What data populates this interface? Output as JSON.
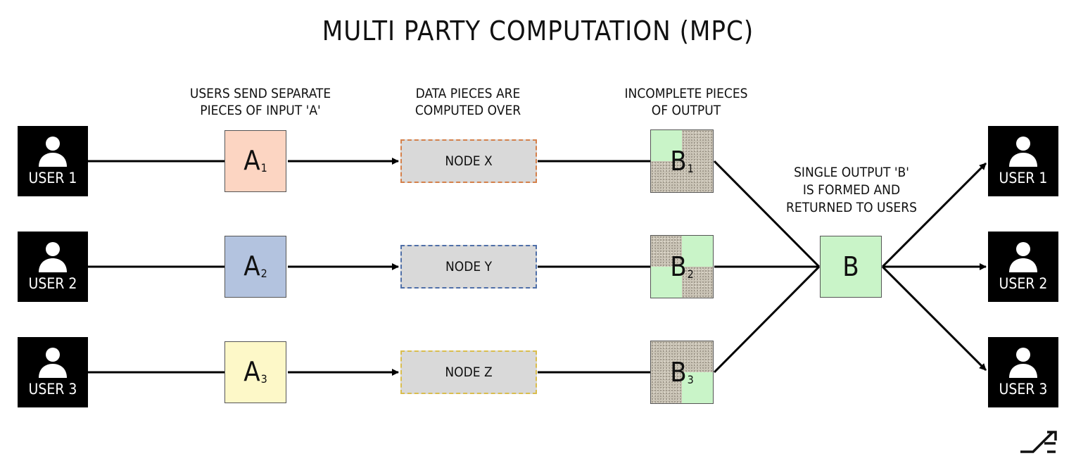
{
  "title": "MULTI PARTY COMPUTATION (MPC)",
  "labels": {
    "input_line1": "USERS SEND SEPARATE",
    "input_line2": "PIECES OF INPUT 'A'",
    "compute_line1": "DATA PIECES ARE",
    "compute_line2": "COMPUTED OVER",
    "partial_line1": "INCOMPLETE PIECES",
    "partial_line2": "OF OUTPUT",
    "final_line1": "SINGLE OUTPUT 'B'",
    "final_line2": "IS FORMED AND",
    "final_line3": "RETURNED TO USERS"
  },
  "senders": [
    "USER 1",
    "USER 2",
    "USER 3"
  ],
  "receivers": [
    "USER 1",
    "USER 2",
    "USER 3"
  ],
  "inputs": [
    {
      "letter": "A",
      "index": "1",
      "color": "#fcd5c2"
    },
    {
      "letter": "A",
      "index": "2",
      "color": "#b3c3df"
    },
    {
      "letter": "A",
      "index": "3",
      "color": "#fdf8c8"
    }
  ],
  "nodes": [
    {
      "label": "NODE X",
      "border": "#d4804a"
    },
    {
      "label": "NODE Y",
      "border": "#4f6fa8"
    },
    {
      "label": "NODE Z",
      "border": "#d9bd4e"
    }
  ],
  "partials": [
    {
      "letter": "B",
      "index": "1"
    },
    {
      "letter": "B",
      "index": "2"
    },
    {
      "letter": "B",
      "index": "3"
    }
  ],
  "final": {
    "letter": "B",
    "color": "#c9f4c8"
  },
  "icons": {
    "user": "user-icon",
    "logo": "brand-logo-icon"
  }
}
